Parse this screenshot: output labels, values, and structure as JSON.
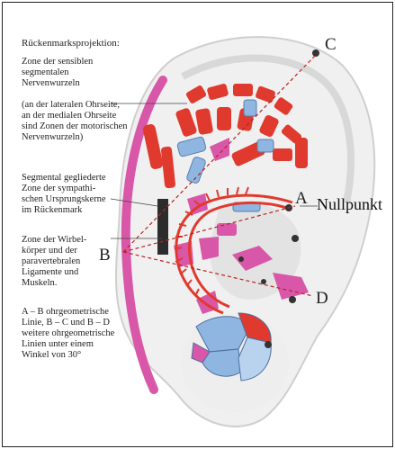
{
  "labels": {
    "title": "Rückenmarksprojektion:",
    "zone_sensible": [
      "Zone der sensiblen",
      "segmentalen",
      "Nervenwurzeln"
    ],
    "zone_sensible_note": [
      "(an der lateralen Ohrseite,",
      "an der medialen Ohrseite",
      "sind Zonen der motorischen",
      "Nervenwurzeln)"
    ],
    "segmental": [
      "Segmental gegliederte",
      "Zone der sympathi-",
      "schen Ursprungskerne",
      "im Rückenmark"
    ],
    "wirbel": [
      "Zone der Wirbel-",
      "körper und der",
      "paravertebralen",
      "Ligamente und",
      "Muskeln."
    ],
    "linien": [
      "A – B ohrgeometrische",
      "Linie, B – C und B – D",
      "weitere ohrgeometrische",
      "Linien unter einem",
      "Winkel von 30°"
    ]
  },
  "points": {
    "A": "A",
    "B": "B",
    "C": "C",
    "D": "D"
  },
  "nullpunkt": "Nullpunkt",
  "colors": {
    "red": "#e03a2f",
    "pink": "#d957a8",
    "blue": "#8fb6e0",
    "dark": "#333333",
    "skin": "#f1f1f1"
  }
}
